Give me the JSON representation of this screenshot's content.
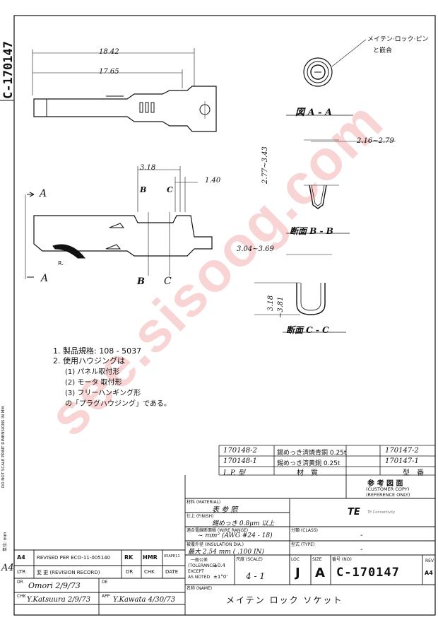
{
  "drawing_number_side": "C-170147",
  "dims": {
    "d1842": "18.42",
    "d1765": "17.65",
    "d318": "3.18",
    "d140": "1.40",
    "d277": "2.77~3.43",
    "d216": "2.16~2.79",
    "d304": "3.04~3.69",
    "d318b": "3.18",
    "d381": "~3.81"
  },
  "labels": {
    "arrowA_top": "A",
    "arrowA_bottom": "A",
    "arrowB_top": "B",
    "arrowC_top": "C",
    "arrowB_bottom": "B",
    "arrowC_bottom": "C",
    "radius": "R.",
    "viewAA": "図 A - A",
    "sectionBB": "断面 B - B",
    "sectionCC": "断面 C - C",
    "pin_note_1": "メイテン·ロック·ピン",
    "pin_note_2": "と嵌合"
  },
  "notes": {
    "n1": "1.  製品規格:  108 - 5037",
    "n2": "2.  使用ハウジングは",
    "n2a": "(1)  パネル取付形",
    "n2b": "(2)  モータ 取付形",
    "n2c": "(3)  フリーハンギング形",
    "n2d": "の「プラグハウジング」である。"
  },
  "parts_table": {
    "rows": [
      {
        "lp": "170148-2",
        "material": "錫めっき済燐青銅 0.25t",
        "part": "170147-2"
      },
      {
        "lp": "170148-1",
        "material": "錫めっき済黄銅 0.25t",
        "part": "170147-1"
      }
    ],
    "header_lp": "L.P. 型",
    "header_material": "材　質",
    "header_part": "型　番"
  },
  "title_block": {
    "ref_title": "参 考 図 面",
    "ref_en_1": "(CUSTOMER  COPY)",
    "ref_en_2": "(REFERENCE  ONLY)",
    "material_label": "材料 (MATERIAL)",
    "material_value": "表 参 照",
    "finish_label": "仕上 (FINISH)",
    "finish_value": "錫めっき 0.8μm 以上",
    "wire_label": "適合電線断面積 (WIRE RANGE)",
    "wire_value": "~       mm² (AWG #24 - 18)",
    "insulation_label": "被覆外径 (INSULATION DIA.)",
    "insulation_value": "最大  2.54  mm (  .100   IN)",
    "tolerance_label_1": "一般公差",
    "tolerance_label_2": "(TOLERANCE)",
    "tolerance_label_3": "EXCEPT",
    "tolerance_label_4": "AS NOTED",
    "tolerance_value_1": "±0.4",
    "tolerance_value_2": "±1°0'",
    "scale_label": "尺度 (SCALE)",
    "scale_value": "4 - 1",
    "class_label": "分類 (CLASS)",
    "class_value": "-",
    "type_label": "型式 (TYPE)",
    "type_value": "-",
    "brand": "TE",
    "brand_sub": "TE Connectivity",
    "loc_label": "LOC",
    "loc_value": "J",
    "size_label": "SIZE",
    "size_value": "A",
    "no_label": "番号 (NO)",
    "no_value": "C-170147",
    "rev_label": "REV",
    "rev_value": "A4",
    "name_label": "名称 (NAME)",
    "name_value": "メイテン ロック ソケット"
  },
  "revision_block": {
    "rev": "A4",
    "desc": "REVISED PER ECO-11-005140",
    "dr": "RK",
    "chk": "HMR",
    "date": "05APR11",
    "h_ltr": "LTR",
    "h_desc": "変 更 (REVISION RECORD)",
    "h_dr": "DR",
    "h_chk": "CHK",
    "h_date": "DATE",
    "dr_label": "DR",
    "dr_sig": "Omori 2/9/73",
    "de_label": "DE",
    "chk_label": "CHK",
    "chk_sig": "Y.Katsuura 2/9/73",
    "app_label": "APP",
    "app_sig": "Y.Kawata 4/30/73"
  },
  "side_text": "DO NOT SCALE PRINT   DIMENSIONS IN MM",
  "side_text_2": "単位: mm",
  "side_rev": "A4",
  "watermark": "see.sisoog.com",
  "colors": {
    "ink": "#111111",
    "watermark": "#e03c3c"
  }
}
